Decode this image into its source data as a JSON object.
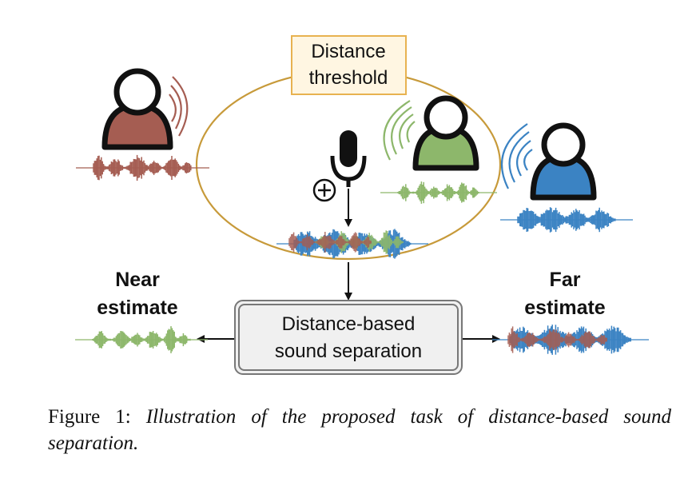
{
  "threshold_label": [
    "Distance",
    "threshold"
  ],
  "separator_label": [
    "Distance-based",
    "sound separation"
  ],
  "near_label": [
    "Near",
    "estimate"
  ],
  "far_label": [
    "Far",
    "estimate"
  ],
  "plus_symbol": "⊕",
  "caption": {
    "prefix": "Figure 1:",
    "text": "Illustration of the proposed task of distance-based sound separation."
  },
  "colors": {
    "near_speaker": "#a55d52",
    "mid_speaker": "#8db76b",
    "far_speaker": "#3b83c3",
    "threshold_ellipse": "#c79a3a",
    "threshold_box_border": "#e8b250",
    "threshold_box_fill": "#fff6e2",
    "separator_fill": "#f0f0f0",
    "outline": "#111111"
  },
  "icons": [
    "person-icon",
    "microphone-icon",
    "plus-circle-icon",
    "sound-wave-icon",
    "arrow-icon"
  ]
}
